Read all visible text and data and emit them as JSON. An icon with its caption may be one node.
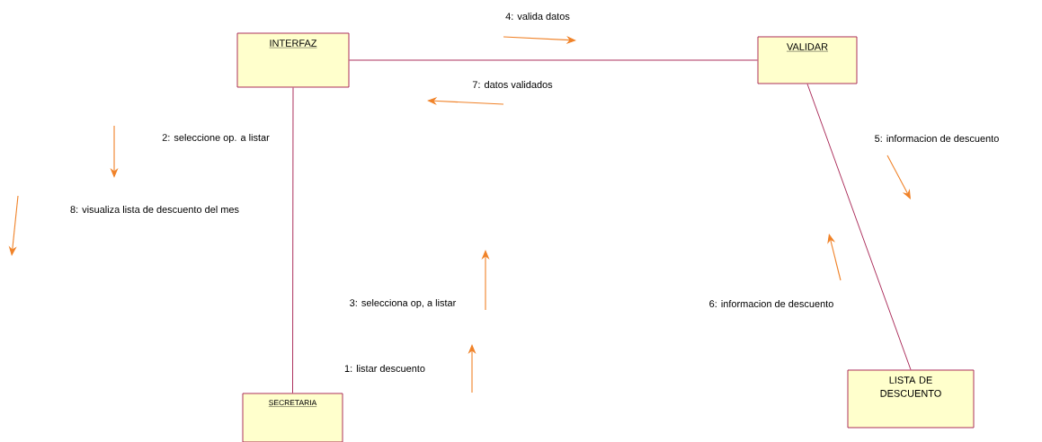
{
  "diagram": {
    "nodes": [
      {
        "text": [
          "INTERFAZ"
        ]
      },
      {
        "text": [
          "VALIDAR"
        ]
      },
      {
        "text": [
          "SECRETARIA"
        ]
      },
      {
        "text": [
          "LISTA DE DESCUENTO"
        ]
      }
    ],
    "edges": [
      {
        "from": 0,
        "to": 1,
        "arrow": "none"
      },
      {
        "from": 0,
        "to": 2,
        "arrow": "none"
      },
      {
        "from": 1,
        "to": 3,
        "arrow": "none"
      }
    ],
    "labels": [
      "4: valida datos",
      "7: datos validados",
      "2: seleccione op. a listar",
      "5: informacion de descuento",
      "8: visualiza lista de descuento del mes",
      "6: informacion de descuento",
      "3: selecciona op, a listar",
      "1: listar descuento"
    ]
  }
}
